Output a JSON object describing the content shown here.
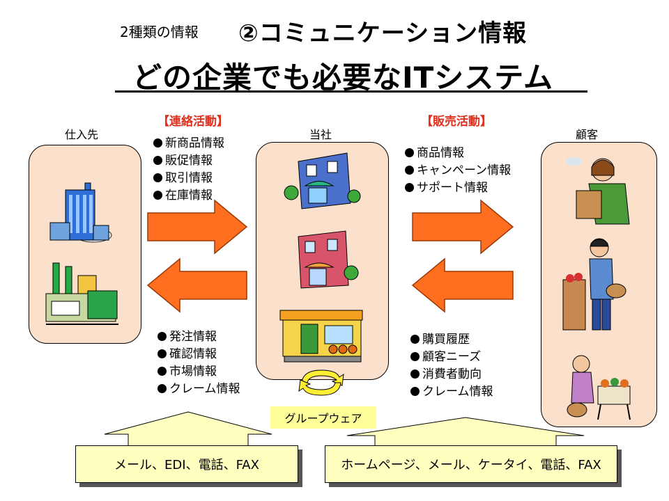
{
  "header": {
    "small": "2種類の情報",
    "title": "②コミュニケーション情報",
    "headline": "どの企業でも必要なITシステム"
  },
  "columns": {
    "supplier": "仕入先",
    "company": "当社",
    "customer": "顧客"
  },
  "activities": {
    "left": "【連絡活動】",
    "right": "【販売活動】"
  },
  "info": {
    "to_company_from_supplier": [
      "新商品情報",
      "販促情報",
      "取引情報",
      "在庫情報"
    ],
    "to_customer": [
      "商品情報",
      "キャンペーン情報",
      "サポート情報"
    ],
    "to_supplier": [
      "発注情報",
      "確認情報",
      "市場情報",
      "クレーム情報"
    ],
    "from_customer": [
      "購買履歴",
      "顧客ニーズ",
      "消費者動向",
      "クレーム情報"
    ]
  },
  "groupware": "グループウェア",
  "channels": {
    "left": "メール、EDI、電話、FAX",
    "right": "ホームページ、メール、ケータイ、電話、FAX"
  },
  "colors": {
    "arrow": "#ff6f1f",
    "activity": "#e0301e",
    "panel": "#fbe0cc",
    "box": "#ffffc0"
  }
}
